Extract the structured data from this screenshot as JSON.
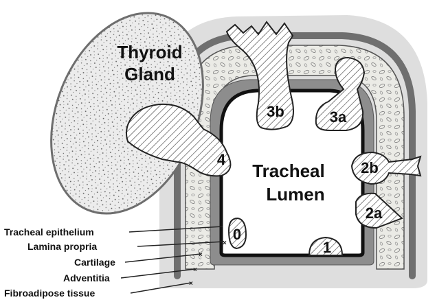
{
  "diagram": {
    "organ_labels": {
      "thyroid_line1": "Thyroid",
      "thyroid_line2": "Gland",
      "lumen_line1": "Tracheal",
      "lumen_line2": "Lumen"
    },
    "invasion_stages": [
      "0",
      "1",
      "2a",
      "2b",
      "3a",
      "3b",
      "4"
    ],
    "layer_labels": [
      "Tracheal epithelium",
      "Lamina propria",
      "Cartilage",
      "Adventitia",
      "Fibroadipose tissue"
    ]
  }
}
